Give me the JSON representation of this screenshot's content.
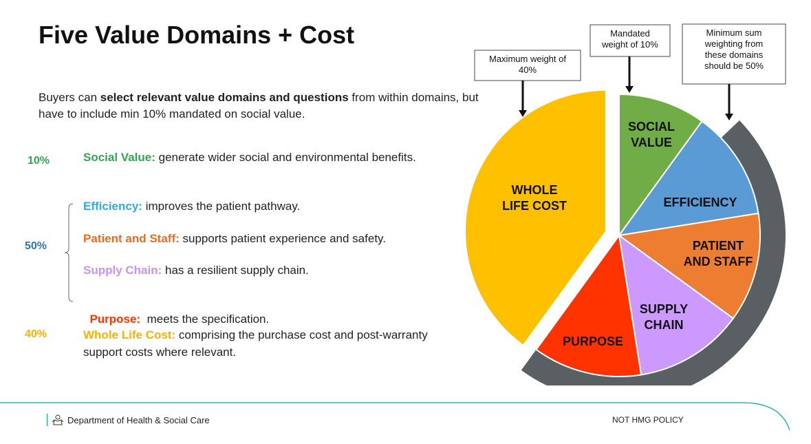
{
  "header": {
    "title": "Five Value Domains + Cost"
  },
  "intro": {
    "part1": "Buyers can ",
    "bold": "select relevant value domains and questions",
    "part2": " from within domains, but have to include min 10% mandated on social value."
  },
  "list": {
    "social": {
      "pct": "10%",
      "name": "Social Value:",
      "desc": " generate wider social and environmental benefits."
    },
    "group_pct": "50%",
    "efficiency": {
      "name": "Efficiency:",
      "desc": " improves the patient pathway."
    },
    "patient": {
      "name": "Patient and Staff:",
      "desc": " supports patient experience and safety."
    },
    "supply": {
      "name": "Supply Chain:",
      "desc": " has a resilient supply chain."
    },
    "purpose": {
      "name": "Purpose:",
      "desc": "  meets the specification."
    },
    "wlc": {
      "pct": "40%",
      "name": "Whole Life Cost:",
      "desc": " comprising the purchase cost and post-warranty support costs where relevant."
    }
  },
  "colors": {
    "social": "#70ad47",
    "efficiency": "#5b9bd5",
    "patient": "#ed7d31",
    "supply": "#cc99ff",
    "purpose": "#ff3300",
    "wlc": "#ffc000",
    "ring": "#5a5f63",
    "social_text": "#2daa4f",
    "efficiency_text": "#2aaee5",
    "patient_text": "#ed6c1b",
    "supply_text": "#c794f0",
    "purpose_text": "#ff3300",
    "wlc_text": "#f5b300",
    "group_pct_text": "#2e75b6"
  },
  "callouts": {
    "max_weight": "Maximum weight of 40%",
    "mandated": "Mandated weight of 10%",
    "min_sum": "Minimum sum weighting from these domains should be 50%"
  },
  "chart_data": {
    "type": "pie",
    "categories": [
      "SOCIAL VALUE",
      "EFFICIENCY",
      "PATIENT AND STAFF",
      "SUPPLY CHAIN",
      "PURPOSE",
      "WHOLE LIFE COST"
    ],
    "values": [
      10,
      12.5,
      12.5,
      12.5,
      12.5,
      40
    ],
    "exploded": "WHOLE LIFE COST",
    "highlight_ring": [
      "EFFICIENCY",
      "PATIENT AND STAFF",
      "SUPPLY CHAIN",
      "PURPOSE"
    ]
  },
  "footer": {
    "department": "Department of Health & Social Care",
    "policy": "NOT HMG POLICY"
  }
}
